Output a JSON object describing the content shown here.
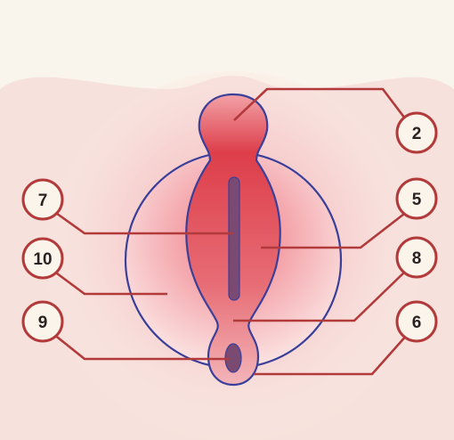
{
  "labels": [
    {
      "id": "2",
      "text": "2"
    },
    {
      "id": "5",
      "text": "5"
    },
    {
      "id": "6",
      "text": "6"
    },
    {
      "id": "7",
      "text": "7"
    },
    {
      "id": "8",
      "text": "8"
    },
    {
      "id": "9",
      "text": "9"
    },
    {
      "id": "10",
      "text": "10"
    }
  ],
  "colors": {
    "background": "#faf5ec",
    "leader_line": "#b23a3a",
    "outline": "#3a3f9a",
    "label_border": "#b23a3a",
    "label_fill": "#fbf4ea",
    "tissue_light": "#f6c5c8",
    "tissue_dark": "#e0505c",
    "slit": "#7a4a72"
  }
}
